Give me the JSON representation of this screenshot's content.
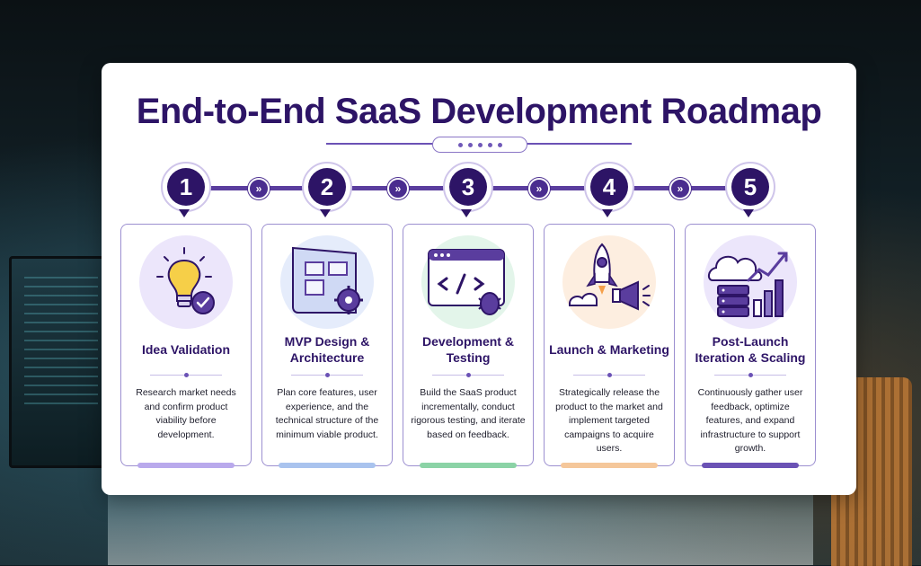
{
  "title": "End-to-End SaaS Development Roadmap",
  "steps": [
    {
      "number": "1",
      "title": "Idea Validation",
      "description": "Research market needs and confirm product viability before development.",
      "icon": "lightbulb-check-icon",
      "accent": "#b9a9ec",
      "icon_bg": "#ece6fb"
    },
    {
      "number": "2",
      "title": "MVP Design & Architecture",
      "description": "Plan core features, user experience, and the technical structure of the minimum viable product.",
      "icon": "blueprint-gear-icon",
      "accent": "#a9c3ee",
      "icon_bg": "#e5ecfb"
    },
    {
      "number": "3",
      "title": "Development & Testing",
      "description": "Build the SaaS product incrementally, conduct rigorous testing, and iterate based on feedback.",
      "icon": "code-window-bug-icon",
      "accent": "#8bd3a6",
      "icon_bg": "#e3f5ea"
    },
    {
      "number": "4",
      "title": "Launch & Marketing",
      "description": "Strategically release the product to the market and implement targeted campaigns to acquire users.",
      "icon": "rocket-megaphone-icon",
      "accent": "#f5c79a",
      "icon_bg": "#fdeee0"
    },
    {
      "number": "5",
      "title": "Post-Launch Iteration & Scaling",
      "description": "Continuously gather user feedback, optimize features, and expand infrastructure to support growth.",
      "icon": "cloud-server-growth-icon",
      "accent": "#6b52b5",
      "icon_bg": "#ece6fb"
    }
  ],
  "colors": {
    "primary": "#2d1466",
    "accent": "#5a3d9e"
  }
}
